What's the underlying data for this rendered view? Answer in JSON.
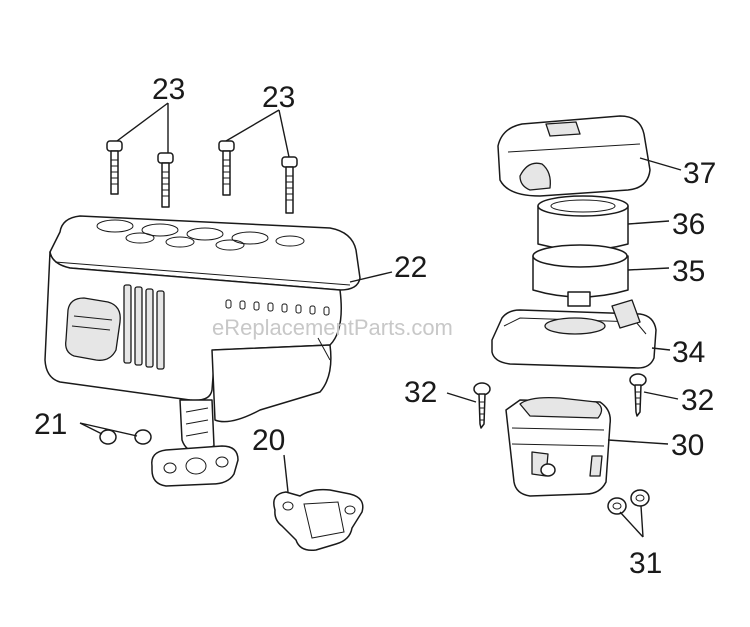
{
  "watermark": "eReplacementParts.com",
  "callouts": {
    "bolts_left": "23",
    "bolts_right": "23",
    "muffler": "22",
    "cap_nuts": "21",
    "gasket": "20",
    "cover": "37",
    "filter_upper": "36",
    "filter_lower": "35",
    "base": "34",
    "screw_left": "32",
    "screw_right": "32",
    "elbow": "30",
    "nuts": "31"
  }
}
